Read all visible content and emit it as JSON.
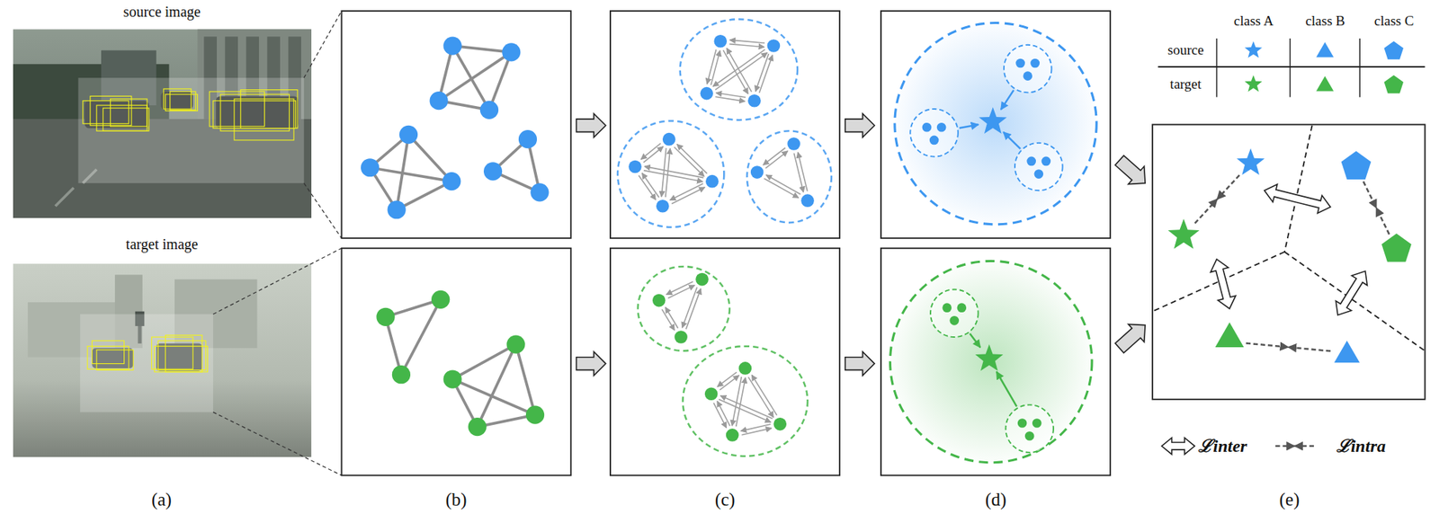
{
  "diagram": {
    "nodes": [
      {
        "text": [
          "source image"
        ]
      },
      {
        "text": [
          "target image"
        ]
      }
    ],
    "labels": [
      "(a)",
      "(b)",
      "(c)",
      "(d)",
      "(e)",
      "class A",
      "class B",
      "class C",
      "source",
      "target"
    ],
    "legend": [
      {
        "text": "ℒinter"
      },
      {
        "text": "ℒintra"
      }
    ]
  }
}
